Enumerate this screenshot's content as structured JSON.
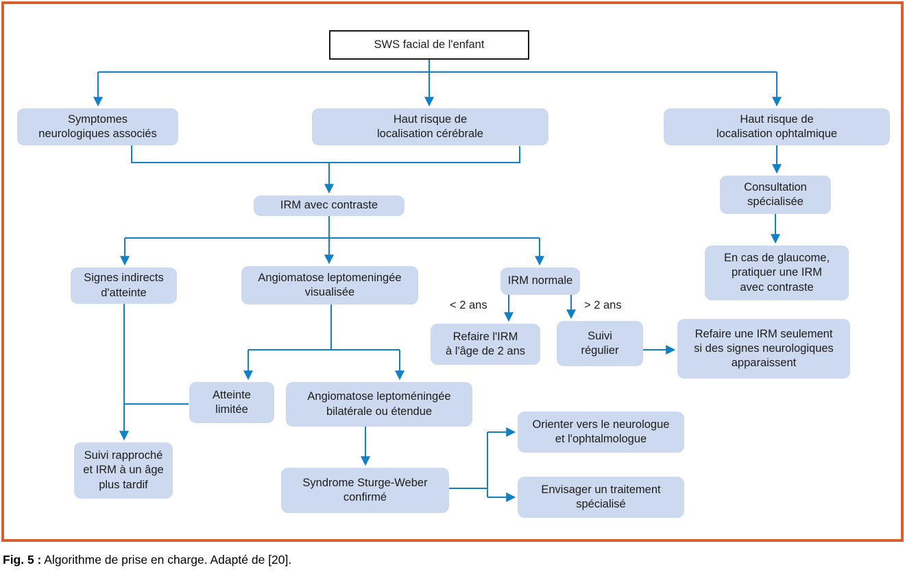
{
  "colors": {
    "frame_orange": "#d95f31",
    "node_fill": "#cdd9ef",
    "wire_blue": "#1180c4",
    "text_dark": "#1d1d1b"
  },
  "caption": {
    "prefix": "Fig. 5 :",
    "text": " Algorithme de prise en charge. Adapté de [20]."
  },
  "edge_labels": {
    "under_2": "< 2 ans",
    "over_2": "> 2 ans"
  },
  "nodes": [
    {
      "id": "sws-facial",
      "label": "SWS facial de l'enfant"
    },
    {
      "id": "symptomes-neurologiques",
      "label": "Symptomes\nneurologiques associés"
    },
    {
      "id": "haut-risque-cerebrale",
      "label": "Haut risque de\nlocalisation cérébrale"
    },
    {
      "id": "haut-risque-ophtalmique",
      "label": "Haut risque de\nlocalisation ophtalmique"
    },
    {
      "id": "irm-avec-contraste",
      "label": "IRM avec contraste"
    },
    {
      "id": "consultation-specialisee",
      "label": "Consultation\nspécialisée"
    },
    {
      "id": "glaucome-irm",
      "label": "En cas de glaucome,\npratiquer une IRM\navec contraste"
    },
    {
      "id": "signes-indirects",
      "label": "Signes indirects\nd'atteinte"
    },
    {
      "id": "angiomatose-visualisee",
      "label": "Angiomatose leptomeningée\nvisualisée"
    },
    {
      "id": "irm-normale",
      "label": "IRM normale"
    },
    {
      "id": "refaire-irm-2-ans",
      "label": "Refaire l'IRM\nà l'âge de 2 ans"
    },
    {
      "id": "suivi-regulier",
      "label": "Suivi\nrégulier"
    },
    {
      "id": "refaire-irm-si-signes",
      "label": "Refaire une IRM seulement\nsi des signes neurologiques\napparaissent"
    },
    {
      "id": "atteinte-limitee",
      "label": "Atteinte\nlimitée"
    },
    {
      "id": "angiomatose-bilaterale",
      "label": "Angiomatose leptoméningée\nbilatérale ou étendue"
    },
    {
      "id": "suivi-rapproche",
      "label": "Suivi rapproché\net IRM à un âge\nplus tardif"
    },
    {
      "id": "syndrome-confirme",
      "label": "Syndrome Sturge-Weber\nconfirmé"
    },
    {
      "id": "orienter-neurologue",
      "label": "Orienter vers le neurologue\net l'ophtalmologue"
    },
    {
      "id": "envisager-traitement",
      "label": "Envisager un traitement\nspécialisé"
    }
  ]
}
